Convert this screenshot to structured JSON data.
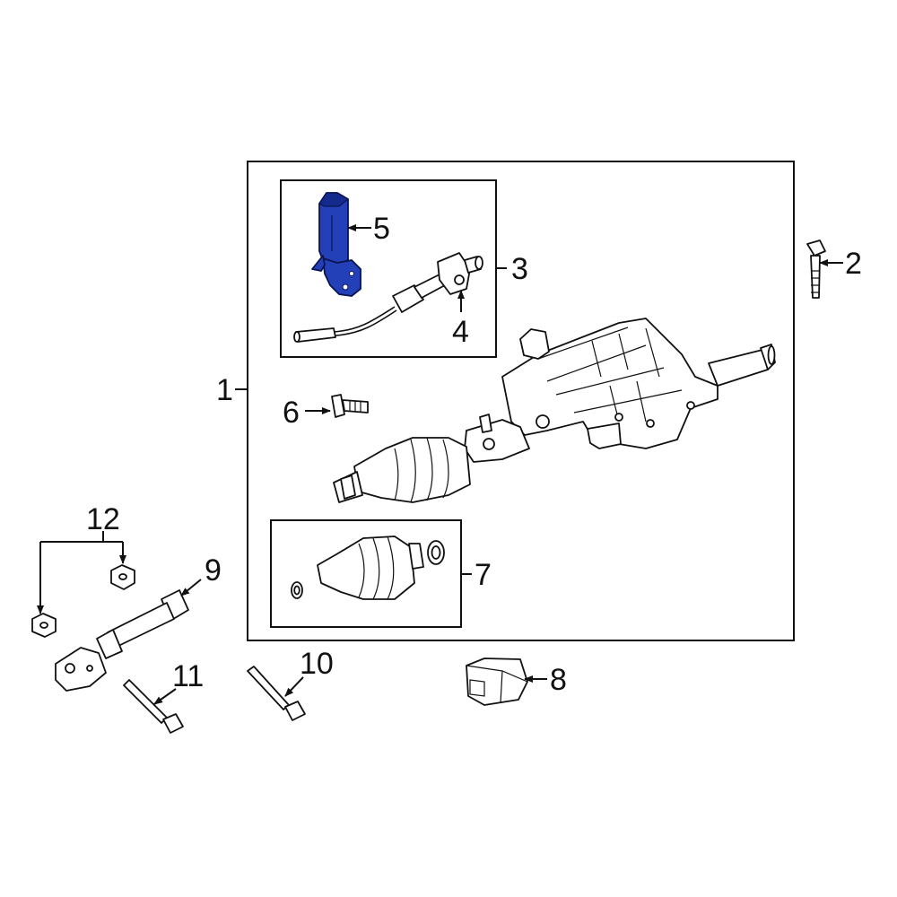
{
  "callouts": {
    "c1": "1",
    "c2": "2",
    "c3": "3",
    "c4": "4",
    "c5": "5",
    "c6": "6",
    "c7": "7",
    "c8": "8",
    "c9": "9",
    "c10": "10",
    "c11": "11",
    "c12": "12"
  },
  "colors": {
    "highlight": "#2440b8",
    "line": "#111111",
    "background": "#ffffff"
  }
}
